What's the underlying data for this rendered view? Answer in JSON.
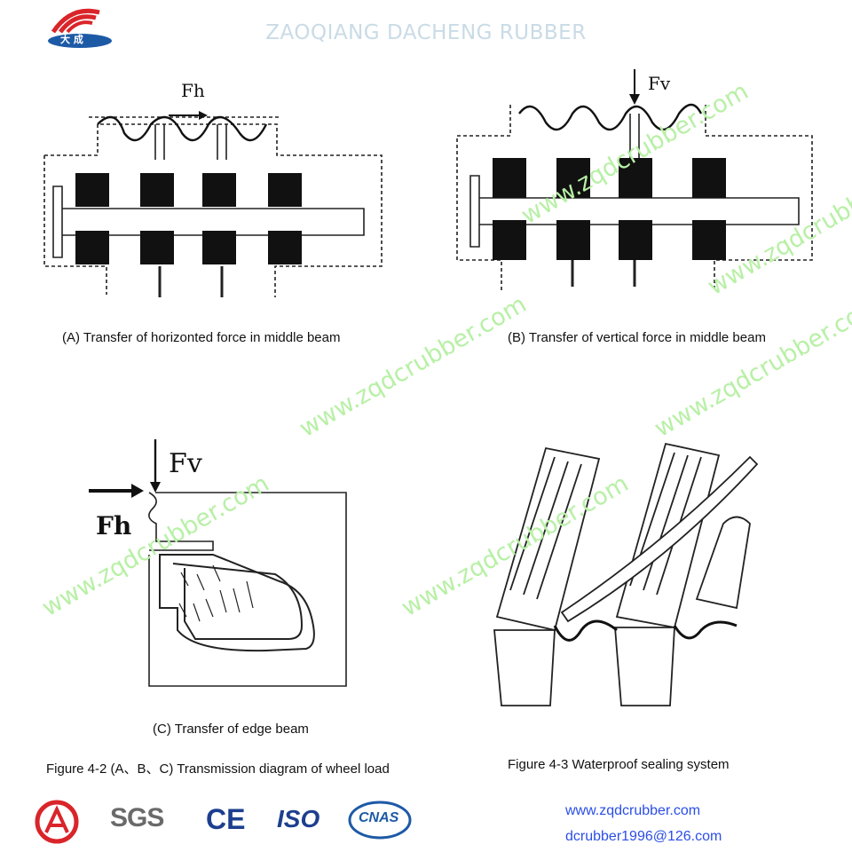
{
  "header": {
    "company_name": "ZAOQIANG DACHENG RUBBER",
    "logo_chars": "大 成"
  },
  "diagrams": {
    "a": {
      "caption": "(A) Transfer of horizonted force in middle beam",
      "force_label": "Fh"
    },
    "b": {
      "caption": "(B) Transfer of vertical force in middle beam",
      "force_label": "Fv"
    },
    "c": {
      "caption": "(C) Transfer of edge beam",
      "force_label_v": "Fv",
      "force_label_h": "Fh"
    }
  },
  "figures": {
    "fig_4_2": "Figure 4-2  (A、B、C) Transmission diagram of wheel load",
    "fig_4_3": "Figure 4-3 Waterproof sealing system"
  },
  "watermark": "www.zqdcrubber.com",
  "footer": {
    "certifications": [
      "SGS",
      "CE",
      "ISO",
      "CNAS"
    ],
    "website": "www.zqdcrubber.com",
    "email": "dcrubber1996@126.com"
  },
  "colors": {
    "watermark": "#b8f0a6",
    "contact_link": "#2b4ee6",
    "logo_red": "#d9252a",
    "logo_blue": "#1d5aa6",
    "title": "#c9dbe6"
  }
}
